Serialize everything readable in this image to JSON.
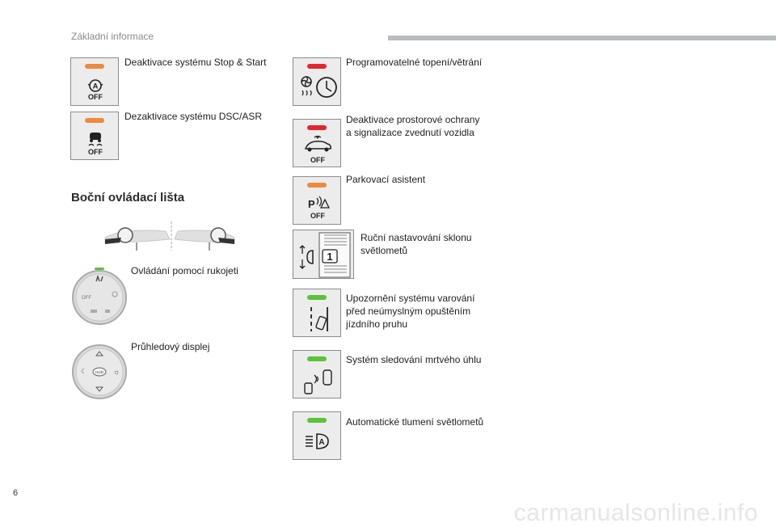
{
  "header": {
    "section": "Základní informace"
  },
  "page_number": "6",
  "section_title": "Boční ovládací lišta",
  "colors": {
    "led_orange": "#ee8a3b",
    "led_red": "#e2262e",
    "led_green": "#5cc23a",
    "header_bar": "#b7bcbe"
  },
  "left_items": [
    {
      "label": "Deaktivace systému Stop & Start",
      "icon": "stop-start-off-icon",
      "led": "orange",
      "icon_text": "OFF"
    },
    {
      "label": "Dezaktivace systému DSC/ASR",
      "icon": "dsc-asr-off-icon",
      "led": "orange",
      "icon_text": "OFF"
    }
  ],
  "bar_items": [
    {
      "label": "Ovládání pomocí rukojeti",
      "icon": "rotary-controller-icon",
      "dial_text": "OFF"
    },
    {
      "label": "Průhledový displej",
      "icon": "head-up-display-controller-icon",
      "dial_text": "HUD"
    }
  ],
  "right_items": [
    {
      "label": "Programovatelné topení/větrání",
      "icon": "programmable-heating-icon",
      "led": "red"
    },
    {
      "label_line1": "Deaktivace prostorové ochrany",
      "label_line2": "a signalizace zvednutí vozidla",
      "icon": "volumetric-alarm-off-icon",
      "led": "red",
      "icon_text": "OFF"
    },
    {
      "label": "Parkovací asistent",
      "icon": "park-assist-off-icon",
      "led": "orange",
      "icon_text": "OFF"
    },
    {
      "label_line1": "Ruční nastavování sklonu",
      "label_line2": "světlometů",
      "icon": "headlamp-leveling-icon",
      "wheel_value": "1"
    },
    {
      "label_line1": "Upozornění systému varování",
      "label_line2": "před neúmyslným opuštěním",
      "label_line3": "jízdního pruhu",
      "icon": "lane-departure-warning-icon",
      "led": "green"
    },
    {
      "label": "Systém sledování mrtvého úhlu",
      "icon": "blind-spot-monitoring-icon",
      "led": "green"
    },
    {
      "label": "Automatické tlumení světlometů",
      "icon": "auto-high-beam-icon",
      "led": "green"
    }
  ],
  "watermark": "carmanualsonline.info"
}
